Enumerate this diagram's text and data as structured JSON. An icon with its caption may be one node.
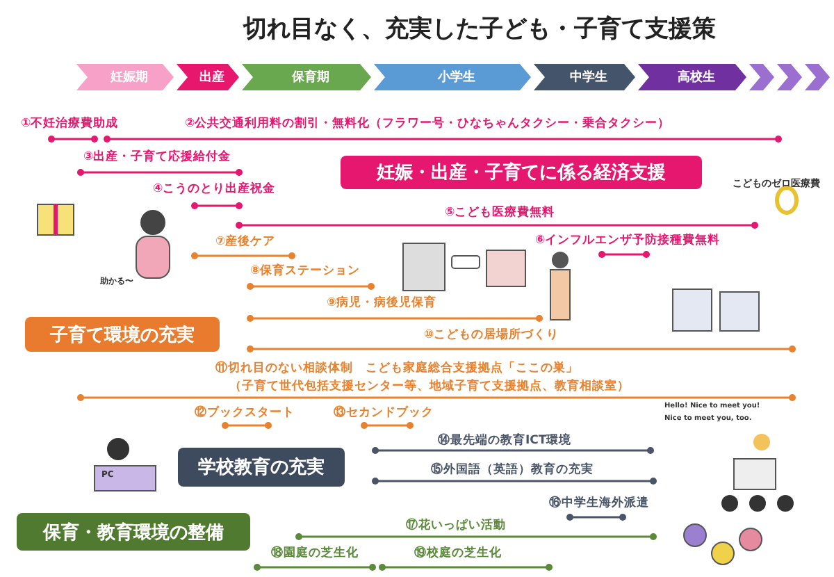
{
  "diagram": {
    "title": "切れ目なく、充実した子ども・子育て支援策",
    "nodes": [
      {
        "text": [
          "妊娠期"
        ]
      },
      {
        "text": [
          "出産"
        ]
      },
      {
        "text": [
          "保育期"
        ]
      },
      {
        "text": [
          "小学生"
        ]
      },
      {
        "text": [
          "中学生"
        ]
      },
      {
        "text": [
          "高校生"
        ]
      },
      {
        "text": [],
        "shape": "chevron"
      },
      {
        "text": [],
        "shape": "chevron"
      },
      {
        "text": [],
        "shape": "chevron"
      },
      {
        "text": [
          "妊娠・出産・子育てに係る経済支援"
        ]
      },
      {
        "text": [
          "子育て環境の充実"
        ]
      },
      {
        "text": [
          "学校教育の充実"
        ]
      },
      {
        "text": [
          "保育・教育環境の整備"
        ]
      }
    ],
    "labels": [
      "①不妊治療費助成",
      "②公共交通利用料の割引・無料化（フラワー号・ひなちゃんタクシー・乗合タクシー）",
      "③出産・子育て応援給付金",
      "④こうのとり出産祝金",
      "⑤こども医療費無料",
      "⑦産後ケア",
      "⑥インフルエンザ予防接種費無料",
      "⑧保育ステーション",
      "⑨病児・病後児保育",
      "⑩こどもの居場所づくり",
      "⑪切れ目のない相談体制　こども家庭総合支援拠点「ここの巣」",
      "（子育て世代包括支援センター等、地域子育て支援拠点、教育相談室）",
      "⑫ブックスタート",
      "⑬セカンドブック",
      "⑭最先端の教育ICT環境",
      "⑮外国語（英語）教育の充実",
      "⑯中学生海外派遣",
      "⑰花いっぱい活動",
      "⑱園庭の芝生化",
      "⑲校庭の芝生化",
      "こどものゼロ医療費",
      "助かる〜",
      "PC",
      "Hello! Nice to meet you!",
      "Nice to meet you, too."
    ]
  }
}
